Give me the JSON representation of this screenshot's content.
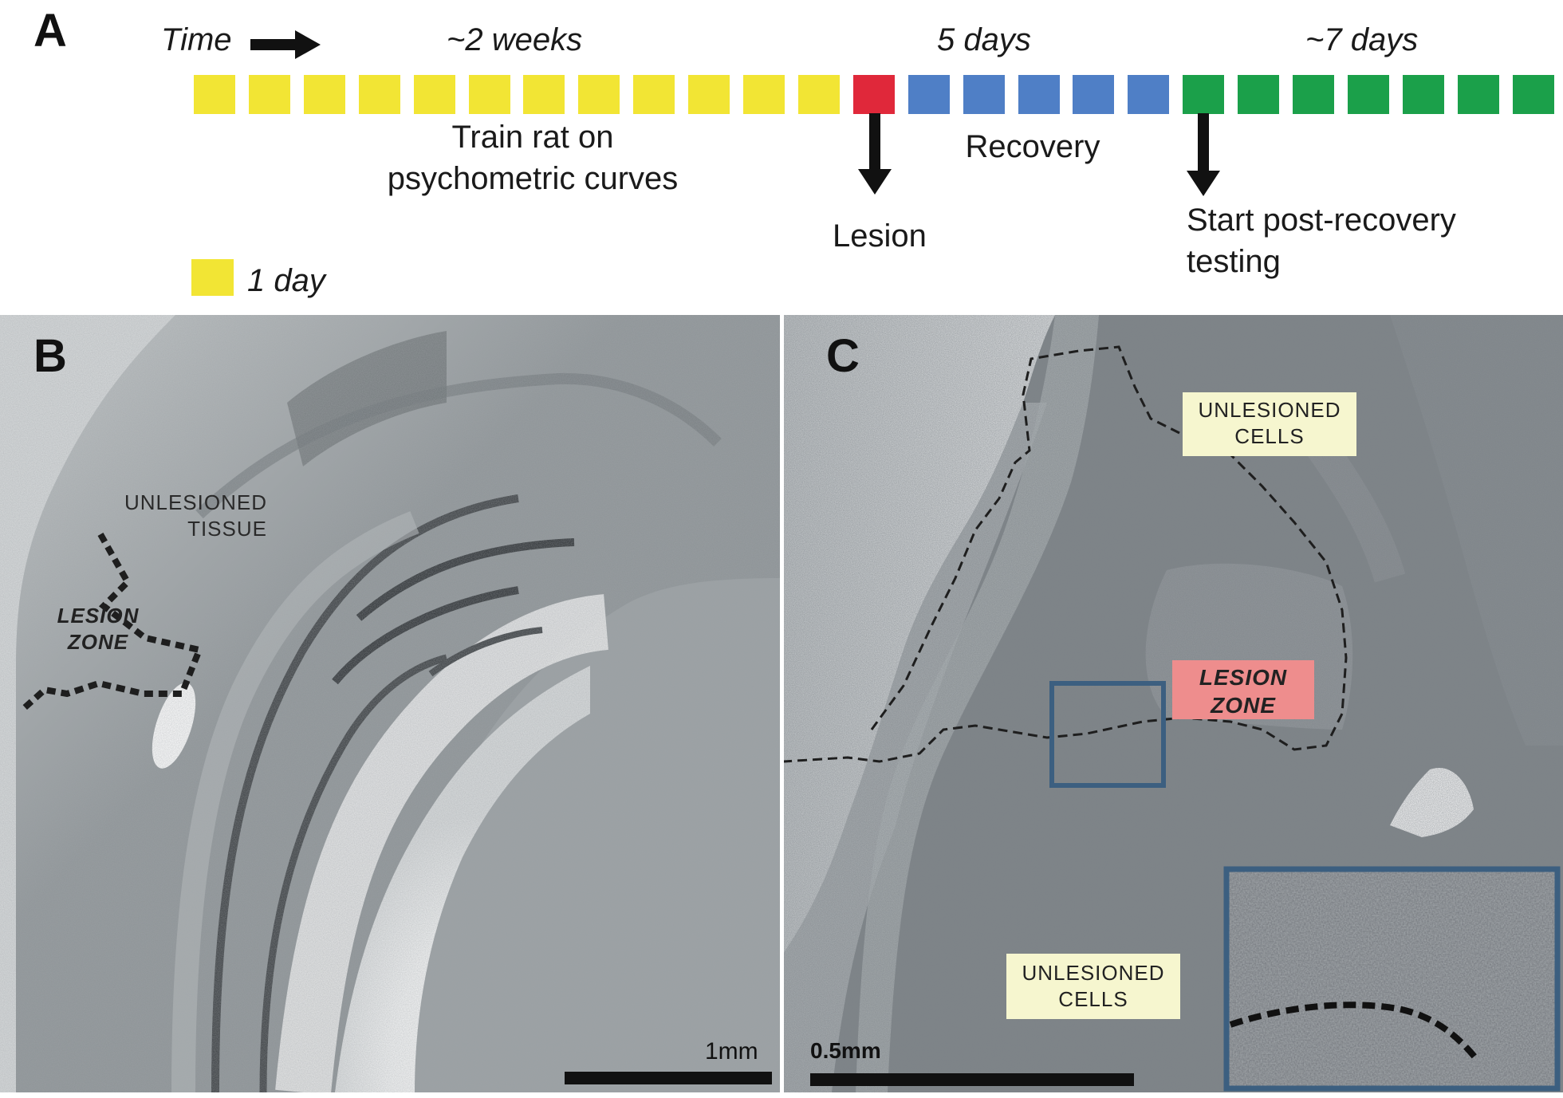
{
  "panels": {
    "a_letter": "A",
    "b_letter": "B",
    "c_letter": "C"
  },
  "timeline": {
    "time_label": "Time",
    "period_training": "~2 weeks",
    "period_recovery": "5 days",
    "period_testing": "~7 days",
    "train_label_line1": "Train rat on",
    "train_label_line2": "psychometric curves",
    "recovery_label": "Recovery",
    "lesion_label": "Lesion",
    "testing_label_line1": "Start post-recovery",
    "testing_label_line2": "testing",
    "legend_label": "1 day",
    "training_days": 12,
    "lesion_days": 1,
    "recovery_days": 5,
    "testing_days": 7,
    "colors": {
      "training": "#f2e534",
      "lesion": "#e0283a",
      "recovery": "#4f7fc6",
      "testing": "#1ba04a"
    }
  },
  "panel_b": {
    "unlesioned_line1": "UNLESIONED",
    "unlesioned_line2": "TISSUE",
    "lesion_line1": "LESION",
    "lesion_line2": "ZONE",
    "scale_label": "1mm"
  },
  "panel_c": {
    "unlesioned_top_line1": "UNLESIONED",
    "unlesioned_top_line2": "CELLS",
    "lesion_line1": "LESION",
    "lesion_line2": "ZONE",
    "unlesioned_bottom_line1": "UNLESIONED",
    "unlesioned_bottom_line2": "CELLS",
    "scale_label": "0.5mm",
    "colors": {
      "label_box": "#f6f6cf",
      "lesion_box": "#ee8d8d",
      "inset_border": "#3c5f80"
    }
  }
}
